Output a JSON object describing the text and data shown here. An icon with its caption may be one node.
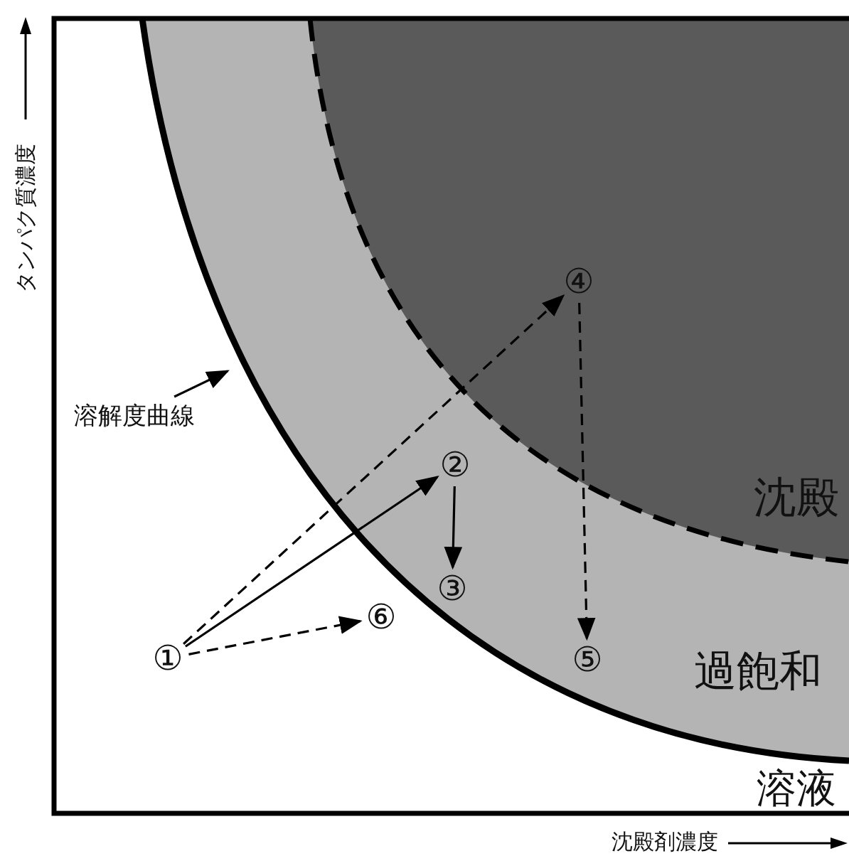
{
  "diagram": {
    "nodes": [
      {
        "text": [
          "④"
        ]
      },
      {
        "text": [
          "溶解度曲線"
        ]
      },
      {
        "text": [
          "②"
        ]
      },
      {
        "text": [
          "③"
        ]
      },
      {
        "text": [
          "⑥"
        ]
      },
      {
        "text": [
          "①"
        ]
      },
      {
        "text": [
          "⑤"
        ]
      }
    ],
    "edges": [
      {
        "from": 5,
        "to": 2,
        "arrow": "to"
      },
      {
        "from": 5,
        "to": 0,
        "arrow": "to",
        "style": "dashed"
      },
      {
        "from": 5,
        "to": 4,
        "arrow": "to",
        "style": "dashed"
      },
      {
        "from": 2,
        "to": 3,
        "arrow": "to"
      },
      {
        "from": 0,
        "to": 6,
        "arrow": "to",
        "style": "dashed"
      },
      {
        "from": 1,
        "to": null,
        "arrow": "to"
      }
    ],
    "labels": [
      "タンパク質濃度",
      "沈殿",
      "過飽和",
      "溶液",
      "沈殿剤濃度"
    ]
  }
}
